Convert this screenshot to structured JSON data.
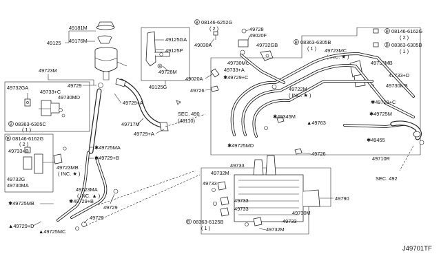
{
  "diagram_id": "J49701TF",
  "prefix_b": "B",
  "labels": {
    "l49181M": "49181M",
    "l49125": "49125",
    "l49176M": "49176M",
    "l49125GA": "49125GA",
    "l49125P": "49125P",
    "l49728M": "49728M",
    "l49125G": "49125G",
    "b08146_6252G": "08146-6252G",
    "b08146_6252G_q": "( 2 )",
    "l49728": "49728",
    "l49020F": "49020F",
    "l49030A": "49030A",
    "l49732GB": "49732GB",
    "b08363_6305B_a": "08363-6305B",
    "b08363_6305B_a_q": "( 1 )",
    "l49723MC_top": "49723MC",
    "l49723MC_top_inc": "( INC. ★ )",
    "b08146_6162G_top": "08146-6162G",
    "b08146_6162G_top_q": "( 2 )",
    "b08363_6305B_b": "08363-6305B",
    "b08363_6305B_b_q": "( 1 )",
    "l49732MB": "49732MB",
    "l49733D_top": "49733+D",
    "l49730MB": "49730MB",
    "l49730MC": "49730MC",
    "l49733A": "49733+A",
    "l49020A": "49020A",
    "l49729C_top": "✱49729+C",
    "l49726_top": "49726",
    "l49722M": "49722M",
    "l49722M_inc": "( INC. ★ )",
    "l49729C_right": "✱49729+C",
    "l49725M_right": "✱49725M",
    "l49345M": "✱49345M",
    "l49763": "▲49763",
    "l49725MD": "✱49725MD",
    "l49455": "✱49455",
    "l49726_mid": "49726",
    "l49710R": "49710R",
    "sec492": "SEC. 492",
    "l49723M": "49723M",
    "l49729_top": "49729",
    "l49732GA": "49732GA",
    "l49733C": "49733+C",
    "l49730MD": "49730MD",
    "b08363_6305C": "08363-6305C",
    "b08363_6305C_q": "( 1 )",
    "l49729A_a": "49729+A",
    "sec490": "SEC. 490",
    "sec490_ref": "(49110)",
    "l49717M": "49717M",
    "l49729A_b": "49729+A",
    "b08146_6162G_left": "08146-6162G",
    "b08146_6162G_left_q": "( 2 )",
    "l49733B": "49733+B",
    "l49725MA": "✱49725MA",
    "l49729B_a": "✱49729+B",
    "l49723MB": "49723MB",
    "l49723MB_inc": "( INC. ★ )",
    "l49732G": "49732G",
    "l49730MA": "49730MA",
    "l49723MA": "49723MA",
    "l49723MA_inc": "( INC. ▲ )",
    "l49725MB": "✱49725MB",
    "l49729B_b": "✱49729+B",
    "l49729D": "▲49729+D",
    "l49725MC": "▲49725MC",
    "l49729_bottom": "49729",
    "l49729_mid": "49729",
    "l49733_1": "49733",
    "l49732M_top": "49732M",
    "l49733_2": "49733",
    "l49733_3": "49733",
    "l49733_4": "49733",
    "l49733_5": "49733",
    "l49730M": "49730M",
    "l49790": "49790",
    "b08363_6125B": "08363-6125B",
    "b08363_6125B_q": "( 1 )",
    "l49732M_bottom": "49732M"
  }
}
